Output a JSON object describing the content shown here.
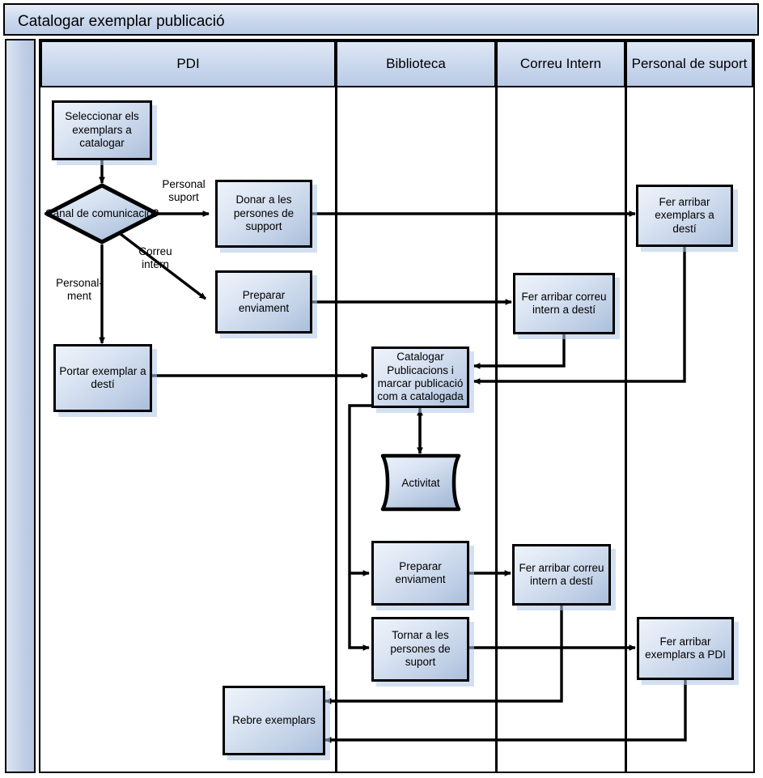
{
  "diagram": {
    "title": "Catalogar exemplar publicació",
    "type": "swimlane-flowchart",
    "accent_color": "#b9cae5",
    "node_fill": "#c2d1e7",
    "border_color": "#000000"
  },
  "lanes": [
    {
      "id": "pdi",
      "label": "PDI"
    },
    {
      "id": "bib",
      "label": "Biblioteca"
    },
    {
      "id": "correu",
      "label": "Correu Intern"
    },
    {
      "id": "suport",
      "label": "Personal de suport"
    }
  ],
  "nodes": {
    "seleccionar": {
      "label": "Seleccionar els exemplars a catalogar",
      "lane": "pdi",
      "shape": "process"
    },
    "canal": {
      "label": "Canal de comunicació?",
      "lane": "pdi",
      "shape": "decision"
    },
    "donar_suport": {
      "label": "Donar a les persones de support",
      "lane": "pdi",
      "shape": "process"
    },
    "preparar_env_1": {
      "label": "Preparar enviament",
      "lane": "pdi",
      "shape": "process"
    },
    "portar_exemplar": {
      "label": "Portar exemplar a destí",
      "lane": "pdi",
      "shape": "process"
    },
    "fer_exemplars_desti": {
      "label": "Fer arribar exemplars a destí",
      "lane": "suport",
      "shape": "process"
    },
    "fer_correu_desti_1": {
      "label": "Fer arribar correu intern a destí",
      "lane": "correu",
      "shape": "process"
    },
    "catalogar": {
      "label": "Catalogar Publicacions i marcar publicació com a catalogada",
      "lane": "bib",
      "shape": "process"
    },
    "activitat": {
      "label": "Activitat",
      "lane": "bib",
      "shape": "data"
    },
    "preparar_env_2": {
      "label": "Preparar enviament",
      "lane": "bib",
      "shape": "process"
    },
    "fer_correu_desti_2": {
      "label": "Fer arribar correu intern a destí",
      "lane": "correu",
      "shape": "process"
    },
    "tornar_suport": {
      "label": "Tornar a les persones de suport",
      "lane": "bib",
      "shape": "process"
    },
    "fer_exemplars_pdi": {
      "label": "Fer arribar exemplars a PDI",
      "lane": "suport",
      "shape": "process"
    },
    "rebre_exemplars": {
      "label": "Rebre exemplars",
      "lane": "pdi",
      "shape": "process"
    }
  },
  "edge_labels": {
    "personal_suport": "Personal\nsuport",
    "correu_intern": "Correu\nintern",
    "personalment": "Personal-\nment"
  }
}
